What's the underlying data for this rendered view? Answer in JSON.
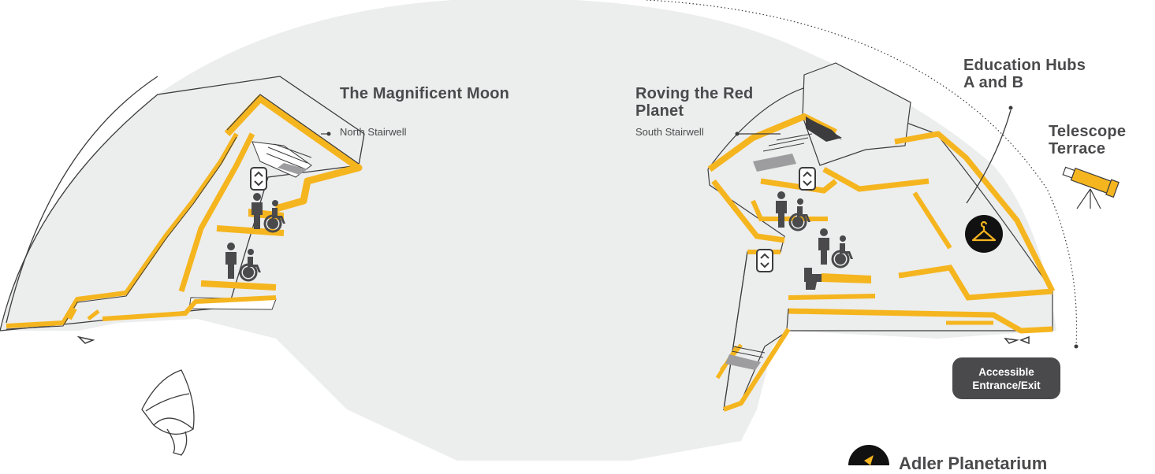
{
  "labels": {
    "moon_title": "The Magnificent Moon",
    "north_stairwell": "North Stairwell",
    "mars_title": "Roving the Red Planet",
    "south_stairwell": "South Stairwell",
    "education": "Education Hubs A and B",
    "telescope": "Telescope Terrace",
    "entrance": "Accessible Entrance/Exit",
    "brand": "Adler Planetarium"
  },
  "colors": {
    "wall": "#f5b51f",
    "floor": "#eceded",
    "outline": "#3c3c3e",
    "text": "#4a4a4c",
    "badge": "#4a4a4c"
  },
  "icons": [
    "elevator-icon",
    "restroom-icon",
    "wheelchair-icon",
    "coat-check-icon",
    "telescope-icon",
    "sculpture-icon",
    "toilet-icon",
    "stairs-icon",
    "adler-logo-icon"
  ]
}
